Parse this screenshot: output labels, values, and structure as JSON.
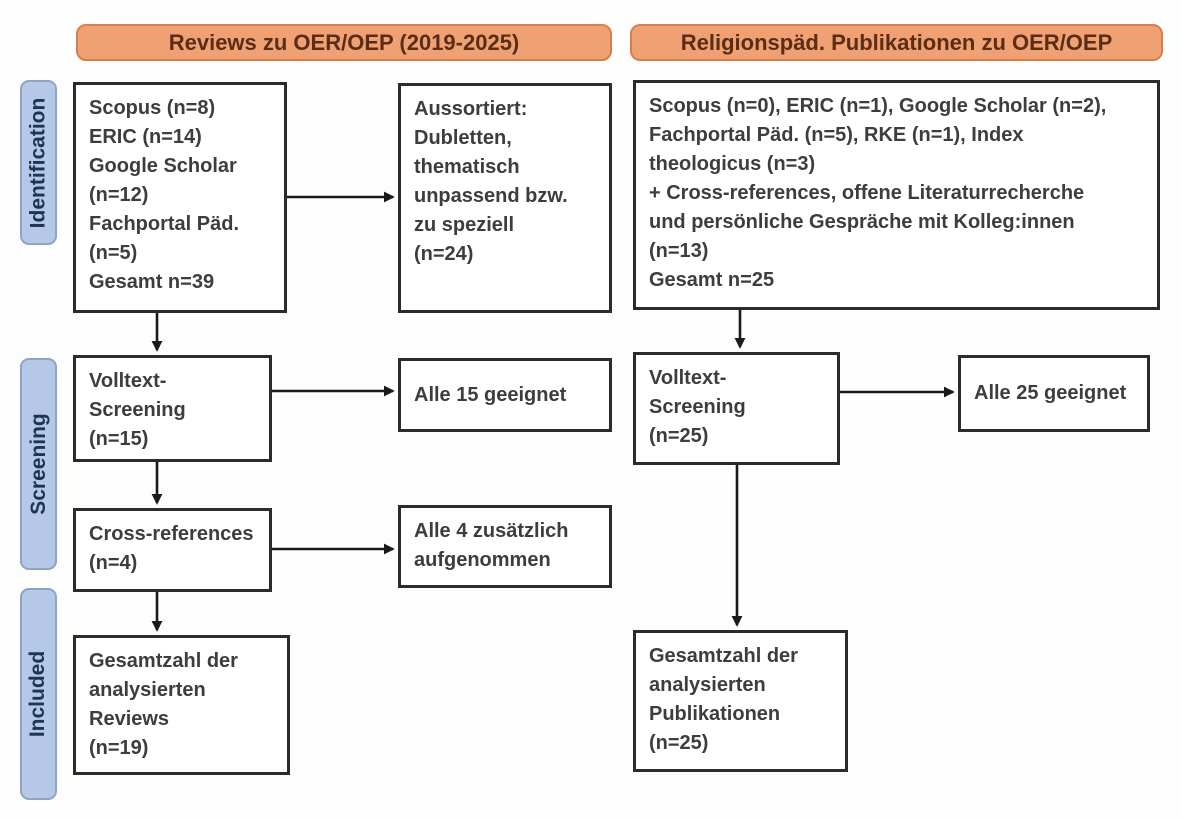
{
  "headers": {
    "left": "Reviews zu OER/OEP (2019-2025)",
    "right": "Religionspäd. Publikationen zu OER/OEP"
  },
  "stages": {
    "identification": "Identification",
    "screening": "Screening",
    "included": "Included"
  },
  "left_column": {
    "sources": "Scopus (n=8)\nERIC (n=14)\nGoogle Scholar\n(n=12)\nFachportal Päd.\n(n=5)\nGesamt n=39",
    "excluded": "Aussortiert:\nDubletten,\nthematisch\nunpassend bzw.\nzu speziell\n(n=24)",
    "fulltext_screening": "Volltext-\nScreening\n(n=15)",
    "all_eligible": "Alle 15 geeignet",
    "cross_references": "Cross-references\n(n=4)",
    "additional_included": "Alle 4 zusätzlich\naufgenommen",
    "total_included": "Gesamtzahl der\nanalysierten\nReviews\n(n=19)"
  },
  "right_column": {
    "sources": "Scopus (n=0), ERIC (n=1), Google Scholar (n=2),\nFachportal Päd. (n=5), RKE (n=1), Index\ntheologicus (n=3)\n+ Cross-references, offene Literaturrecherche\nund persönliche Gespräche mit Kolleg:innen\n(n=13)\nGesamt n=25",
    "fulltext_screening": "Volltext-\nScreening\n(n=25)",
    "all_eligible": "Alle 25 geeignet",
    "total_included": "Gesamtzahl der\nanalysierten\nPublikationen\n(n=25)"
  },
  "colors": {
    "header_fill": "#F0A173",
    "header_border": "#D97E49",
    "header_text": "#5B2D16",
    "stage_fill": "#B5C8E8",
    "stage_border": "#8FA4C0",
    "stage_text": "#1F3454",
    "box_border": "#2B2B2B",
    "box_text": "#3D3D3D",
    "arrow": "#1A1A1A"
  }
}
